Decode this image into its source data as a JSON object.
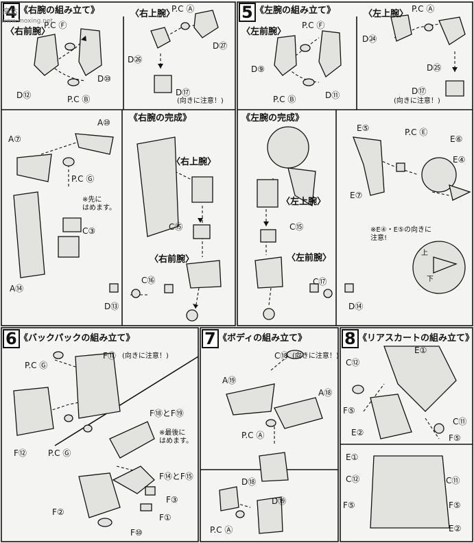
{
  "steps": [
    {
      "number": "4",
      "title": "《右腕の組み立て》"
    },
    {
      "number": "5",
      "title": "《左腕の組み立て》"
    },
    {
      "number": "6",
      "title": "《バックパックの組み立て》"
    },
    {
      "number": "7",
      "title": "《ボディの組み立て》"
    },
    {
      "number": "8",
      "title": "《リアスカートの組み立て》"
    }
  ],
  "sub": {
    "right_forearm": "〈右前腕〉",
    "right_upper": "〈右上腕〉",
    "left_forearm": "〈左前腕〉",
    "left_upper": "〈左上腕〉",
    "right_arm_complete": "《右腕の完成》",
    "left_arm_complete": "《左腕の完成》"
  },
  "notes": {
    "mind_direction": "(向きに注意！)",
    "first_1": "※先に",
    "first_2": "はめます。",
    "last_1": "※最後に",
    "last_2": "はめます。",
    "e4e5_1": "※E④・E⑤の向きに",
    "e4e5_2": "注意!",
    "up": "上",
    "down": "下"
  },
  "parts": {
    "s4": {
      "pcf": "P.C Ⓕ",
      "pca": "P.C Ⓐ",
      "pcb": "P.C Ⓑ",
      "d10": "D⑩",
      "d12": "D⑫",
      "d26": "D㉖",
      "d27": "D㉗",
      "d17": "D⑰",
      "a10": "A⑩",
      "a7": "A⑦",
      "pcg": "P.C Ⓖ",
      "c3": "C③",
      "a14": "A⑭",
      "c15": "C⑮",
      "c16": "C⑯",
      "d13": "D⑬"
    },
    "s5": {
      "pcf": "P.C Ⓕ",
      "pca": "P.C Ⓐ",
      "pcb": "P.C Ⓑ",
      "d9": "D⑨",
      "d11": "D⑪",
      "d24": "D㉔",
      "d25": "D㉕",
      "d17": "D⑰",
      "e5": "E⑤",
      "pce": "P.C Ⓔ",
      "e6": "E⑥",
      "e4": "E④",
      "e7": "E⑦",
      "c15": "C⑮",
      "c17": "C⑰",
      "d14": "D⑭"
    },
    "s6": {
      "pcg1": "P.C Ⓖ",
      "f11": "F⑪",
      "f12": "F⑫",
      "pcg2": "P.C Ⓖ",
      "f18f19": "F⑱とF⑲",
      "f14f15": "F⑭とF⑮",
      "f3": "F③",
      "f2": "F②",
      "f1": "F①",
      "f10": "F⑩"
    },
    "s7": {
      "c18": "C⑱",
      "a19": "A⑲",
      "a18": "A⑱",
      "pca1": "P.C Ⓐ",
      "d18": "D⑱",
      "d19": "D⑲",
      "pca2": "P.C Ⓐ"
    },
    "s8": {
      "e1a": "E①",
      "c12a": "C⑫",
      "f5a": "F⑤",
      "e2a": "E②",
      "c11a": "C⑪",
      "f5b": "F⑤",
      "e1b": "E①",
      "c11b": "C⑪",
      "c12b": "C⑫",
      "f5c": "F⑤",
      "f5d": "F⑤",
      "e2b": "E②"
    }
  },
  "watermark": {
    "site": "高达",
    "url": "www.moxing.net"
  },
  "colors": {
    "ink": "#111111",
    "paper": "#f4f4f2",
    "part": "#e2e2de"
  }
}
